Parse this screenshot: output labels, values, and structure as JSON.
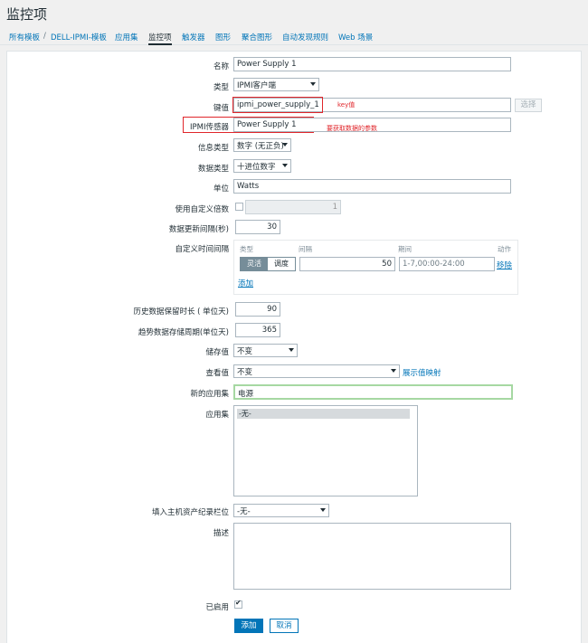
{
  "page": {
    "title": "监控项"
  },
  "nav": {
    "all_templates": "所有模板",
    "separator": "/",
    "template": "DELL-IPMI-模板",
    "applications": "应用集",
    "items": "监控项",
    "triggers": "触发器",
    "graphs": "图形",
    "screens": "聚合图形",
    "discovery": "自动发现规则",
    "web": "Web 场景"
  },
  "form": {
    "name": {
      "label": "名称",
      "value": "Power Supply 1"
    },
    "type": {
      "label": "类型",
      "value": "IPMI客户端"
    },
    "key": {
      "label": "键值",
      "value": "ipmi_power_supply_1",
      "select_button": "选择",
      "annotation": "key值"
    },
    "ipmi_sensor": {
      "label": "IPMI传感器",
      "value": "Power Supply 1",
      "annotation": "要获取数据的参数"
    },
    "info_type": {
      "label": "信息类型",
      "value": "数字 (无正负)"
    },
    "data_type": {
      "label": "数据类型",
      "value": "十进位数字"
    },
    "units": {
      "label": "单位",
      "value": "Watts"
    },
    "multiplier": {
      "label": "使用自定义倍数",
      "value": "1",
      "checked": false
    },
    "update_interval": {
      "label": "数据更新间隔(秒)",
      "value": "30"
    },
    "custom_intervals": {
      "label": "自定义时间间隔",
      "headers": {
        "type": "类型",
        "interval": "间隔",
        "period": "期间",
        "action": "动作"
      },
      "row": {
        "flexible": "灵活",
        "scheduling": "调度",
        "interval": "50",
        "period": "1-7,00:00-24:00",
        "remove": "移除"
      },
      "add": "添加"
    },
    "history": {
      "label": "历史数据保留时长 ( 单位天)",
      "value": "90"
    },
    "trends": {
      "label": "趋势数据存储周期(单位天)",
      "value": "365"
    },
    "store_value": {
      "label": "储存值",
      "value": "不变"
    },
    "show_value": {
      "label": "查看值",
      "value": "不变",
      "link": "展示值映射"
    },
    "new_application": {
      "label": "新的应用集",
      "value": "电源"
    },
    "applications": {
      "label": "应用集",
      "options": [
        "-无-"
      ]
    },
    "inventory": {
      "label": "填入主机资产纪录栏位",
      "value": "-无-"
    },
    "description": {
      "label": "描述",
      "value": ""
    },
    "enabled": {
      "label": "已启用",
      "checked": true
    }
  },
  "buttons": {
    "add": "添加",
    "cancel": "取消"
  },
  "colors": {
    "accent": "#0275b8",
    "annotation_red": "#e0262b",
    "highlight_green": "#a6d8a2"
  }
}
